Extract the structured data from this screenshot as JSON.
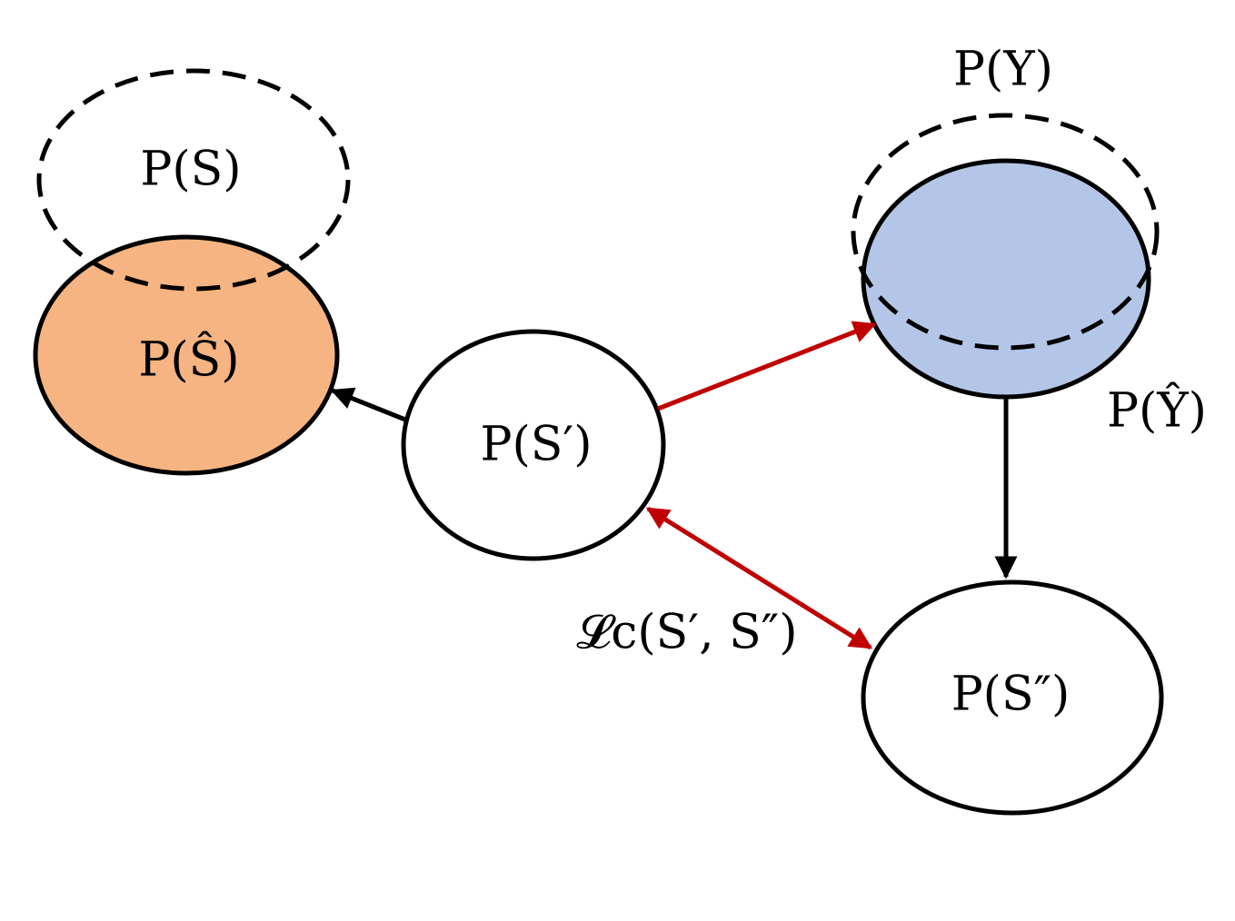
{
  "diagram": {
    "nodes": {
      "p_s": {
        "label": "P(S)",
        "style": "dashed"
      },
      "p_s_hat": {
        "label": "P(Ŝ)",
        "fill": "#F5B482"
      },
      "p_s_prime": {
        "label": "P(S′)"
      },
      "p_y": {
        "label": "P(Y)",
        "style": "dashed"
      },
      "p_y_hat": {
        "label": "P(Ŷ)",
        "fill": "#B4C6E7"
      },
      "p_s_double_prime": {
        "label": "P(S″)"
      }
    },
    "edges": {
      "contrastive_loss": {
        "label": "𝓛c(S′, S″)",
        "color": "#C00000"
      }
    },
    "colors": {
      "black_arrow": "#000000",
      "red_arrow": "#C00000",
      "orange_fill": "#F5B482",
      "blue_fill": "#B4C6E7"
    }
  }
}
